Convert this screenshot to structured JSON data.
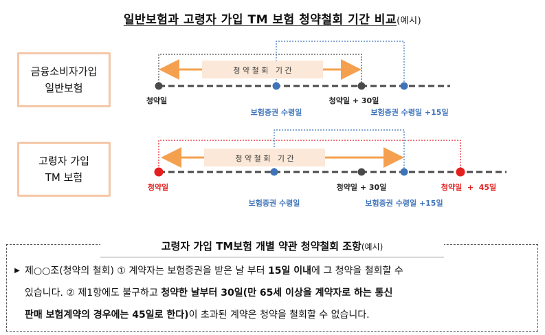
{
  "title": {
    "main": "일반보험과 고령자 가입 TM 보험 청약철회 기간 비교",
    "suffix": "(예시)"
  },
  "boxes": {
    "general": {
      "line1": "금융소비자가입",
      "line2": "일반보험"
    },
    "elderly": {
      "line1": "고령자 가입",
      "line2": "TM 보험"
    }
  },
  "timeline_general": {
    "band_label": "청 약 철 회   기 간",
    "labels": {
      "start": "청약일",
      "policy_received": "보험증권 수령일",
      "plus30": "청약일 + 30일",
      "plus15": "보험증권 수령일 +15일"
    }
  },
  "timeline_elderly": {
    "band_label": "청 약 철 회   기 간",
    "labels": {
      "start": "청약일",
      "policy_received": "보험증권 수령일",
      "plus30": "청약일 + 30일",
      "plus15": "보험증권 수령일 +15일",
      "plus45": "청약일  +  45일"
    }
  },
  "colors": {
    "orange": "#f5a04f",
    "band": "#fbe8d8",
    "blue": "#3f74b9",
    "red": "#e51e1e",
    "dark": "#4a4a4a",
    "box_border": "#f5c6a6"
  },
  "clause": {
    "title_main": "고령자 가입 TM보험 개별 약관 청약철회 조항",
    "title_suffix": "(예시)",
    "bullet": "▶",
    "p1": "제○○조(청약의 철회) ① 계약자는 보험증권을 받은 날 부터 ",
    "p1_bold": "15일 이내",
    "p1_tail": "에 그 청약을 철회할 수",
    "p2": "있습니다. ② 제1항에도 불구하고 ",
    "p2_bold": "청약한 날부터 30일(만 65세 이상을 계약자로 하는 통신",
    "p3_bold": "판매 보험계약의 경우에는 45일로 한다)",
    "p3": "이 초과된 계약은 청약을 철회할 수 없습니다."
  }
}
